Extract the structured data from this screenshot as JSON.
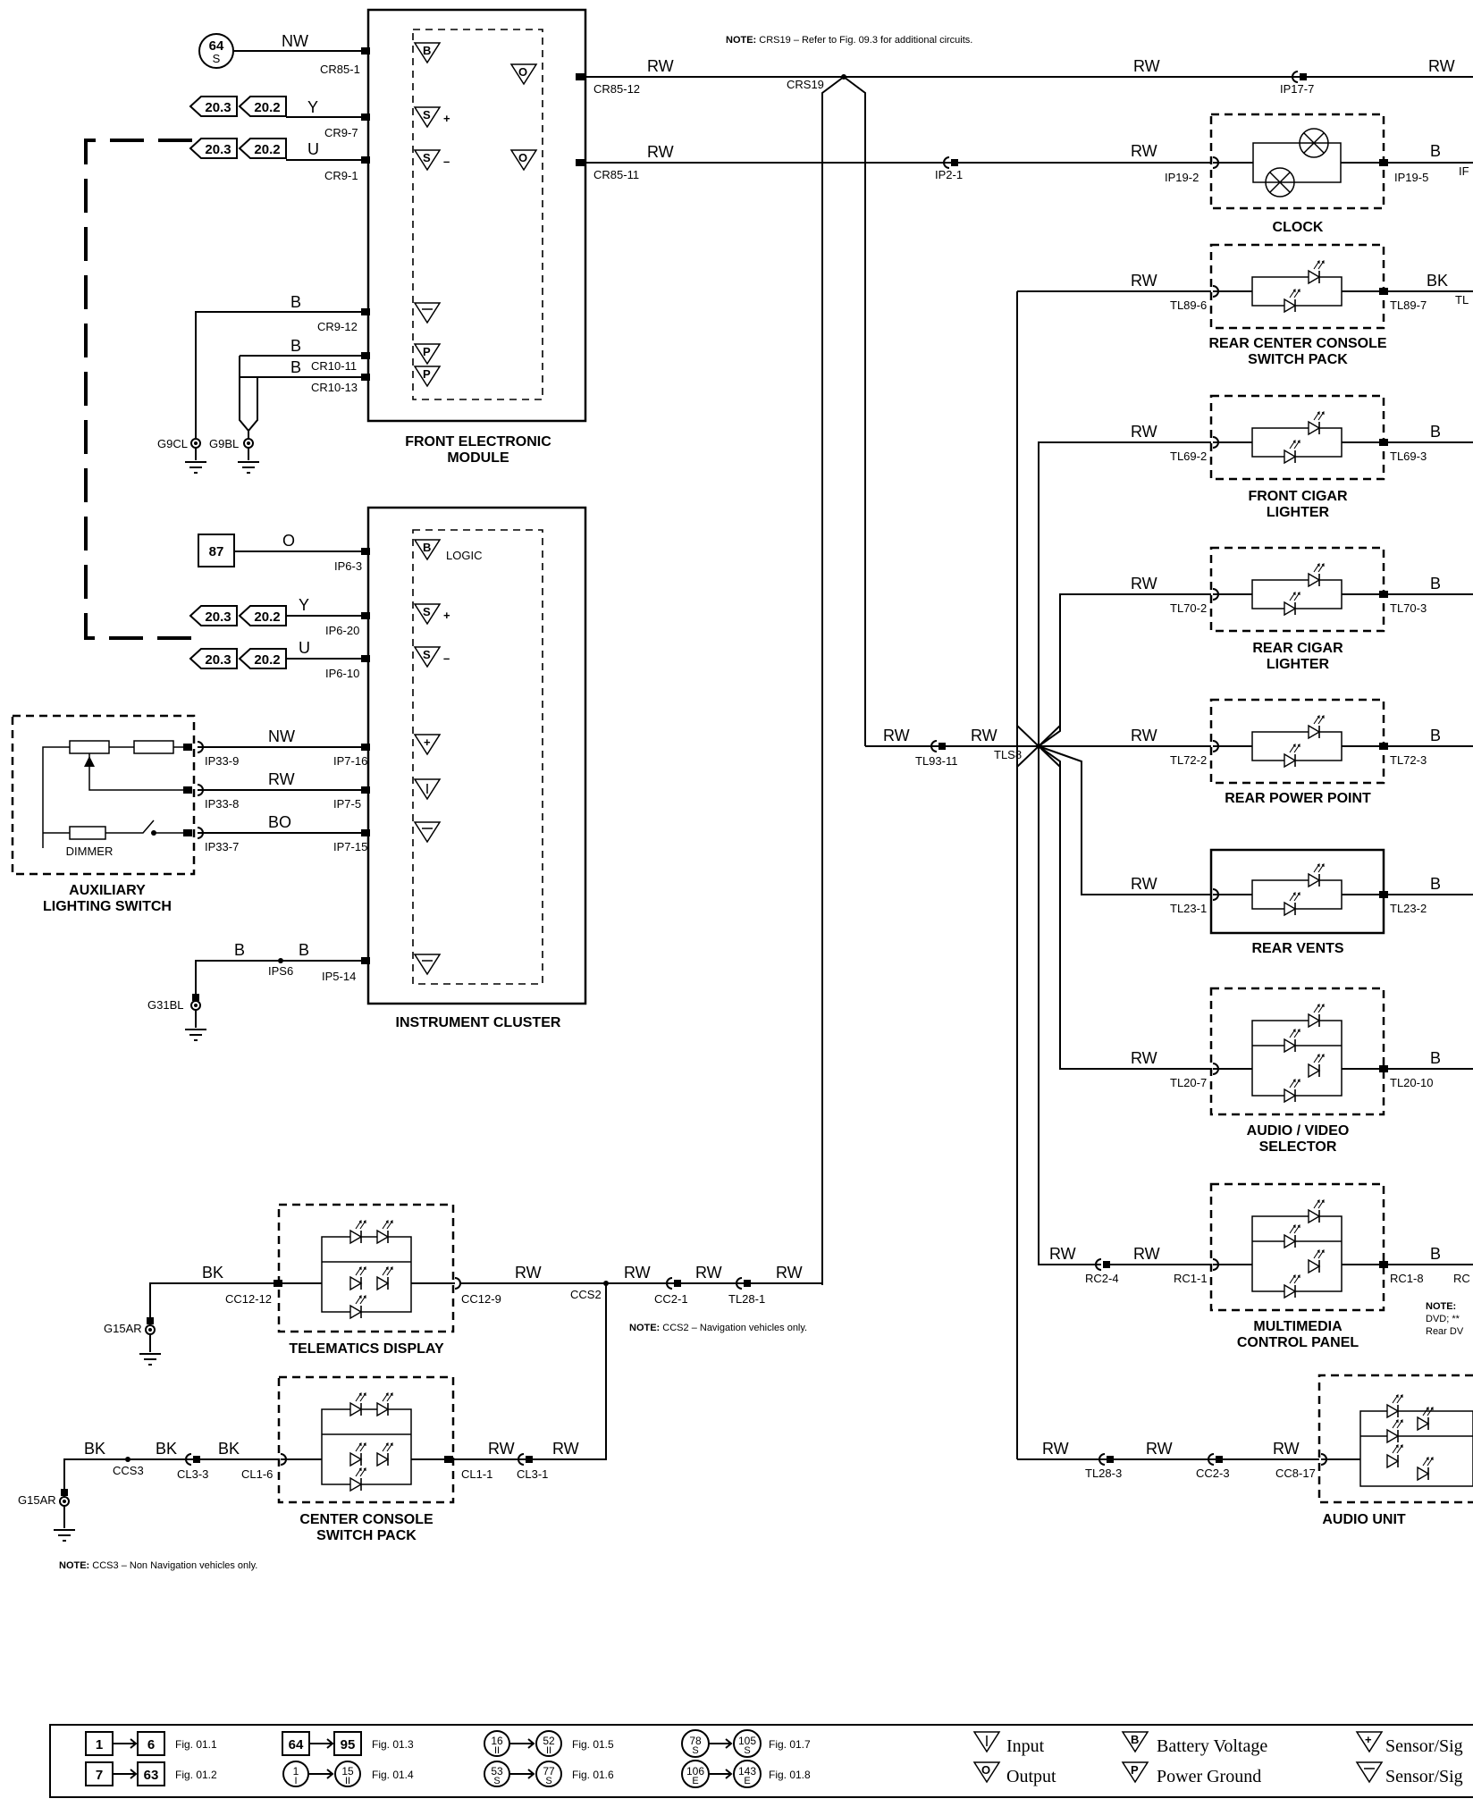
{
  "components": {
    "front_electronic_module": [
      "FRONT ELECTRONIC",
      "MODULE"
    ],
    "instrument_cluster": "INSTRUMENT CLUSTER",
    "auxiliary_lighting_switch": [
      "AUXILIARY",
      "LIGHTING SWITCH"
    ],
    "dimmer": "DIMMER",
    "telematics_display": "TELEMATICS DISPLAY",
    "center_console_switch_pack": [
      "CENTER CONSOLE",
      "SWITCH PACK"
    ],
    "clock": "CLOCK",
    "rear_center_console_switch_pack": [
      "REAR CENTER CONSOLE",
      "SWITCH PACK"
    ],
    "front_cigar_lighter": [
      "FRONT CIGAR",
      "LIGHTER"
    ],
    "rear_cigar_lighter": [
      "REAR CIGAR",
      "LIGHTER"
    ],
    "rear_power_point": "REAR POWER POINT",
    "rear_vents": "REAR VENTS",
    "audio_video_selector": [
      "AUDIO / VIDEO",
      "SELECTOR"
    ],
    "multimedia_control_panel": [
      "MULTIMEDIA",
      "CONTROL PANEL"
    ],
    "audio_unit": "AUDIO UNIT"
  },
  "notes": {
    "crs19": {
      "label": "NOTE:",
      "text": "CRS19 – Refer to Fig. 09.3 for additional circuits."
    },
    "ccs2": {
      "label": "NOTE:",
      "text": "CCS2 – Navigation vehicles only."
    },
    "ccs3": {
      "label": "NOTE:",
      "text": "CCS3 – Non Navigation vehicles only."
    },
    "right_partial": {
      "label": "NOTE:",
      "lines": [
        "DVD; **",
        "Rear DV"
      ]
    }
  },
  "refs": {
    "r64": "64",
    "r64_sub": "S",
    "r87": "87",
    "r203": "20.3",
    "r202": "20.2"
  },
  "wire_colors": {
    "nw": "NW",
    "y": "Y",
    "u": "U",
    "b": "B",
    "o": "O",
    "rw": "RW",
    "bo": "BO",
    "bk": "BK",
    "rw_partial": "RW"
  },
  "pins": {
    "cr85_1": "CR85-1",
    "cr9_7": "CR9-7",
    "cr9_1": "CR9-1",
    "cr9_12": "CR9-12",
    "cr10_11": "CR10-11",
    "cr10_13": "CR10-13",
    "cr85_12": "CR85-12",
    "cr85_11": "CR85-11",
    "g9cl": "G9CL",
    "g9bl": "G9BL",
    "crs19": "CRS19",
    "ip6_3": "IP6-3",
    "ip6_20": "IP6-20",
    "ip6_10": "IP6-10",
    "ip7_16": "IP7-16",
    "ip7_5": "IP7-5",
    "ip7_15": "IP7-15",
    "ip5_14": "IP5-14",
    "ips6": "IPS6",
    "g31bl": "G31BL",
    "ip33_9": "IP33-9",
    "ip33_8": "IP33-8",
    "ip33_7": "IP33-7",
    "ip17_7": "IP17-7",
    "ip2_1": "IP2-1",
    "ip19_2": "IP19-2",
    "ip19_5": "IP19-5",
    "tl89_6": "TL89-6",
    "tl89_7": "TL89-7",
    "tl69_2": "TL69-2",
    "tl69_3": "TL69-3",
    "tl70_2": "TL70-2",
    "tl70_3": "TL70-3",
    "tl72_2": "TL72-2",
    "tl72_3": "TL72-3",
    "tl23_1": "TL23-1",
    "tl23_2": "TL23-2",
    "tl20_7": "TL20-7",
    "tl20_10": "TL20-10",
    "tl93_11": "TL93-11",
    "tls8": "TLS8",
    "rc2_4": "RC2-4",
    "rc1_1": "RC1-1",
    "rc1_8": "RC1-8",
    "tl28_3": "TL28-3",
    "cc2_3": "CC2-3",
    "cc8_17": "CC8-17",
    "cc12_12": "CC12-12",
    "cc12_9": "CC12-9",
    "ccs2": "CCS2",
    "cc2_1": "CC2-1",
    "tl28_1": "TL28-1",
    "g15ar": "G15AR",
    "ccs3": "CCS3",
    "cl3_3": "CL3-3",
    "cl1_6": "CL1-6",
    "cl1_1": "CL1-1",
    "cl3_1": "CL3-1",
    "tl_partial": "TL",
    "ip_partial": "IF",
    "rc_partial": "RC"
  },
  "symbols": {
    "battery": "B",
    "sensor": "S",
    "output": "O",
    "power": "P",
    "logic": "LOGIC",
    "plus": "+",
    "minus": "–"
  },
  "legend": {
    "fig_refs": [
      {
        "from": "1",
        "to": "6",
        "fig": "Fig. 01.1"
      },
      {
        "from": "7",
        "to": "63",
        "fig": "Fig. 01.2"
      },
      {
        "from": "64",
        "to": "95",
        "fig": "Fig. 01.3"
      },
      {
        "from": "1",
        "to": "15",
        "fig": "Fig. 01.4",
        "sub_from": "I",
        "sub_to": "II"
      },
      {
        "from": "16",
        "to": "52",
        "fig": "Fig. 01.5",
        "sub_from": "II",
        "sub_to": "II"
      },
      {
        "from": "53",
        "to": "77",
        "fig": "Fig. 01.6",
        "sub_from": "S",
        "sub_to": "S"
      },
      {
        "from": "78",
        "to": "105",
        "fig": "Fig. 01.7",
        "sub_from": "S",
        "sub_to": "S"
      },
      {
        "from": "106",
        "to": "143",
        "fig": "Fig. 01.8",
        "sub_from": "E",
        "sub_to": "E"
      }
    ],
    "input": "Input",
    "output": "Output",
    "battery_voltage": "Battery Voltage",
    "power_ground": "Power Ground",
    "sensor_signal_plus": "Sensor/Sig",
    "sensor_signal_minus": "Sensor/Sig"
  }
}
